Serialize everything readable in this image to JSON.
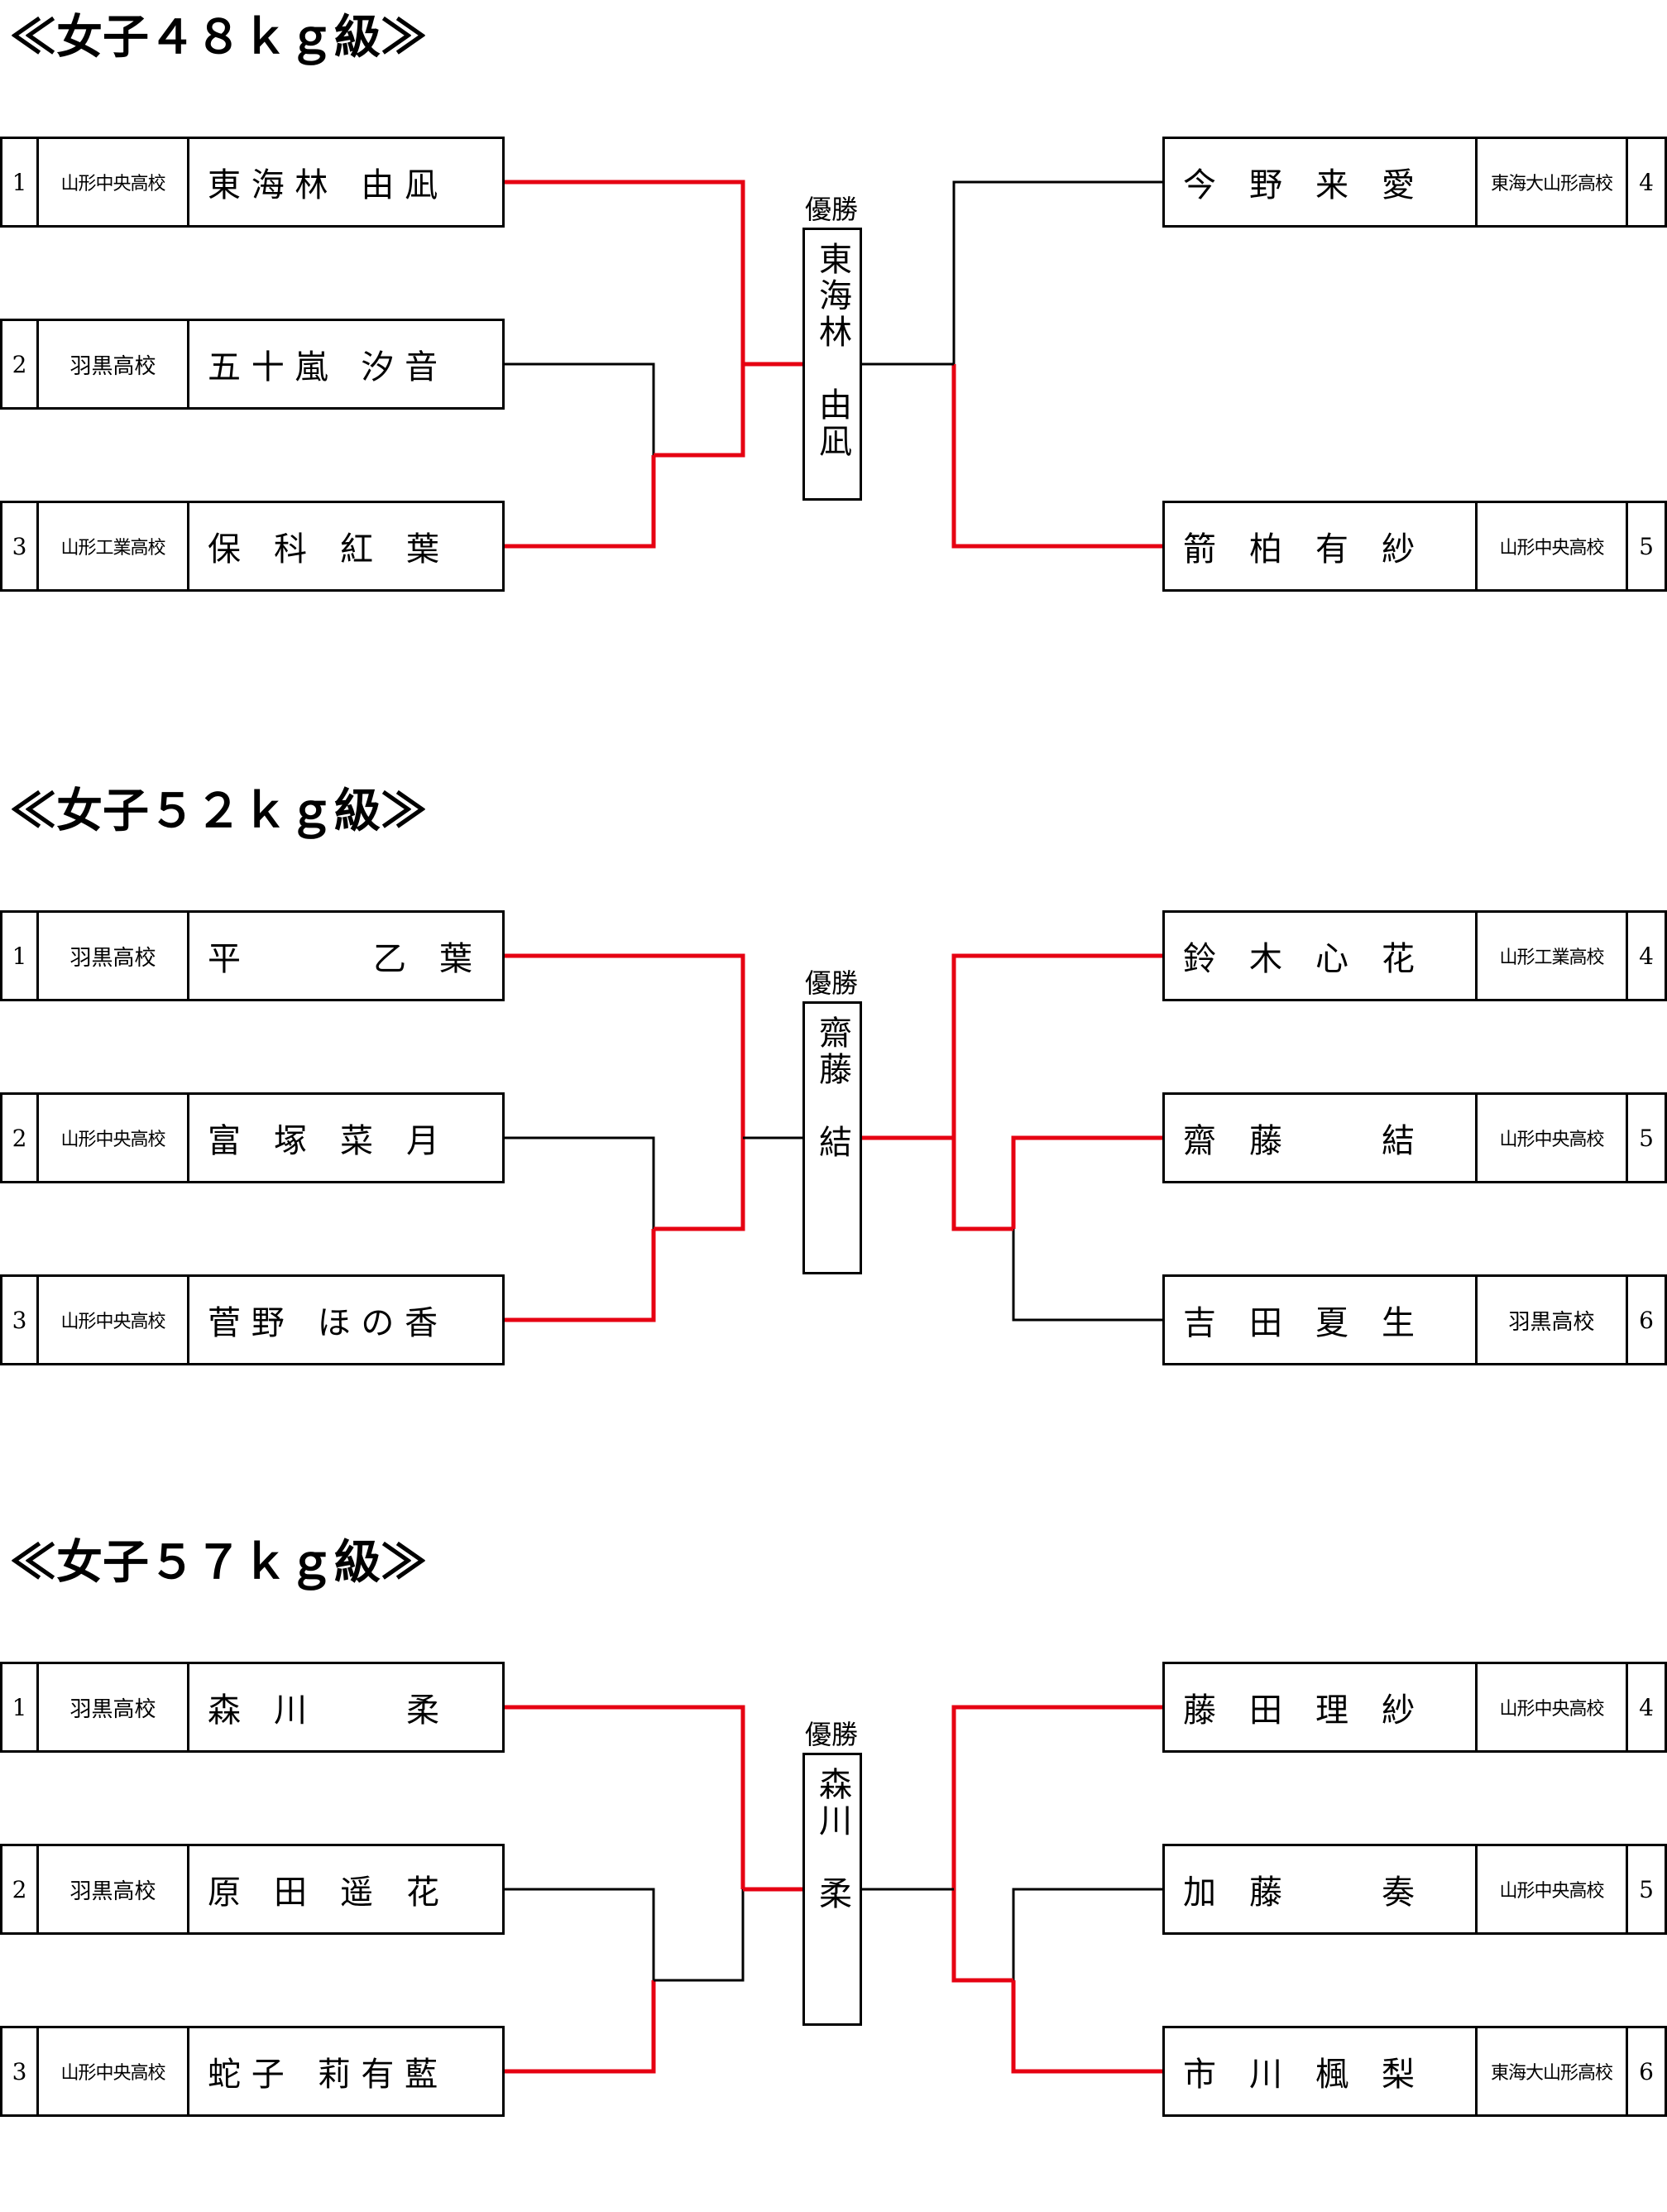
{
  "brackets": [
    {
      "title": "≪女子４８ｋｇ級≫",
      "winner_label": "優勝",
      "winner": "東海林　由凪",
      "left": [
        {
          "seed": "1",
          "school": "山形中央高校",
          "name": "東 海 林　由 凪"
        },
        {
          "seed": "2",
          "school": "羽黒高校",
          "name": "五 十 嵐　汐 音"
        },
        {
          "seed": "3",
          "school": "山形工業高校",
          "name": "保　科　紅　葉"
        }
      ],
      "right": [
        {
          "seed": "4",
          "school": "東海大山形高校",
          "name": "今　野　来　愛"
        },
        {
          "seed": "5",
          "school": "山形中央高校",
          "name": "箭　柏　有　紗"
        }
      ]
    },
    {
      "title": "≪女子５２ｋｇ級≫",
      "winner_label": "優勝",
      "winner": "齋藤　結",
      "left": [
        {
          "seed": "1",
          "school": "羽黒高校",
          "name": "平　　　　乙　葉"
        },
        {
          "seed": "2",
          "school": "山形中央高校",
          "name": "富　塚　菜　月"
        },
        {
          "seed": "3",
          "school": "山形中央高校",
          "name": "菅 野　ほ の 香"
        }
      ],
      "right": [
        {
          "seed": "4",
          "school": "山形工業高校",
          "name": "鈴　木　心　花"
        },
        {
          "seed": "5",
          "school": "山形中央高校",
          "name": "齋　藤　　　結"
        },
        {
          "seed": "6",
          "school": "羽黒高校",
          "name": "吉　田　夏　生"
        }
      ]
    },
    {
      "title": "≪女子５７ｋｇ級≫",
      "winner_label": "優勝",
      "winner": "森川　柔",
      "left": [
        {
          "seed": "1",
          "school": "羽黒高校",
          "name": "森　川　　　柔"
        },
        {
          "seed": "2",
          "school": "羽黒高校",
          "name": "原　田　遥　花"
        },
        {
          "seed": "3",
          "school": "山形中央高校",
          "name": "蛇 子　莉 有 藍"
        }
      ],
      "right": [
        {
          "seed": "4",
          "school": "山形中央高校",
          "name": "藤　田　理　紗"
        },
        {
          "seed": "5",
          "school": "山形中央高校",
          "name": "加　藤　　　奏"
        },
        {
          "seed": "6",
          "school": "東海大山形高校",
          "name": "市　川　楓　梨"
        }
      ]
    }
  ],
  "colors": {
    "winner_line": "#e60012",
    "line": "#000000"
  }
}
